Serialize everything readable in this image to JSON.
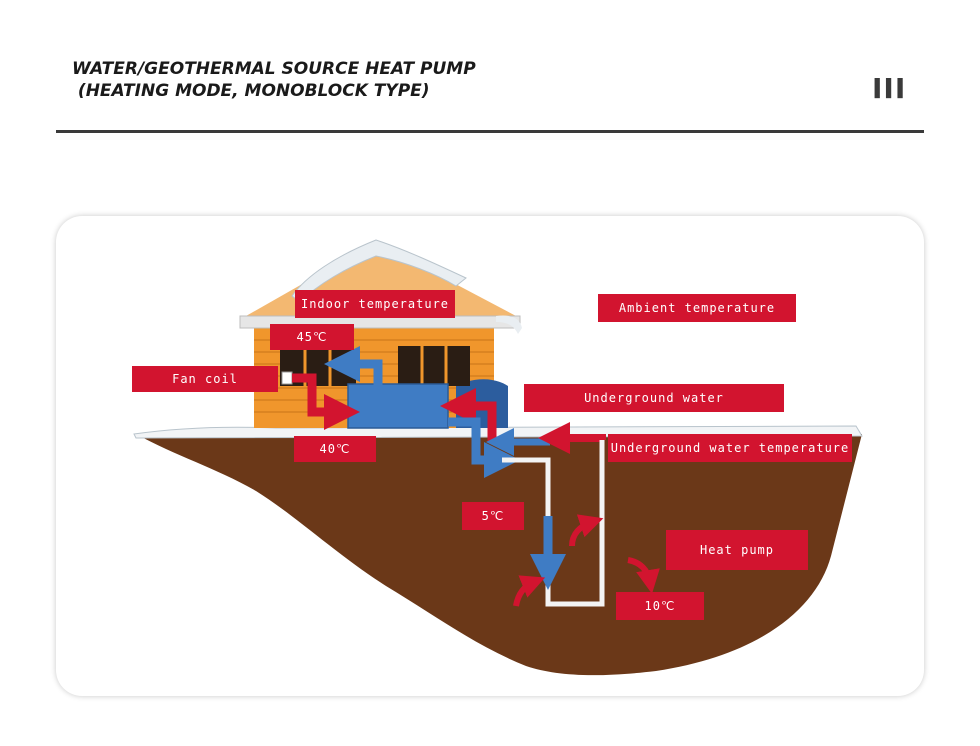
{
  "header": {
    "title_line1": "WATER/GEOTHERMAL SOURCE HEAT PUMP",
    "title_line2": " (HEATING MODE, MONOBLOCK TYPE)",
    "section_mark": "III"
  },
  "diagram": {
    "labels": {
      "indoor_temperature": "Indoor temperature",
      "ambient_temperature": "Ambient temperature",
      "fan_coil": "Fan coil",
      "underground_water": "Underground water",
      "underground_water_temperature": "Underground water temperature",
      "heat_pump": "Heat pump",
      "temp_45": "45℃",
      "temp_40": "40℃",
      "temp_5": "5℃",
      "temp_10": "10℃"
    },
    "colors": {
      "label_bg": "#d2142f",
      "hot_pipe": "#d2142f",
      "cold_pipe": "#3f7cc4",
      "soil": "#6b3818",
      "house_wall": "#f0962c",
      "roof": "#f3b871",
      "heat_pump_box": "#3f7cc4"
    }
  }
}
